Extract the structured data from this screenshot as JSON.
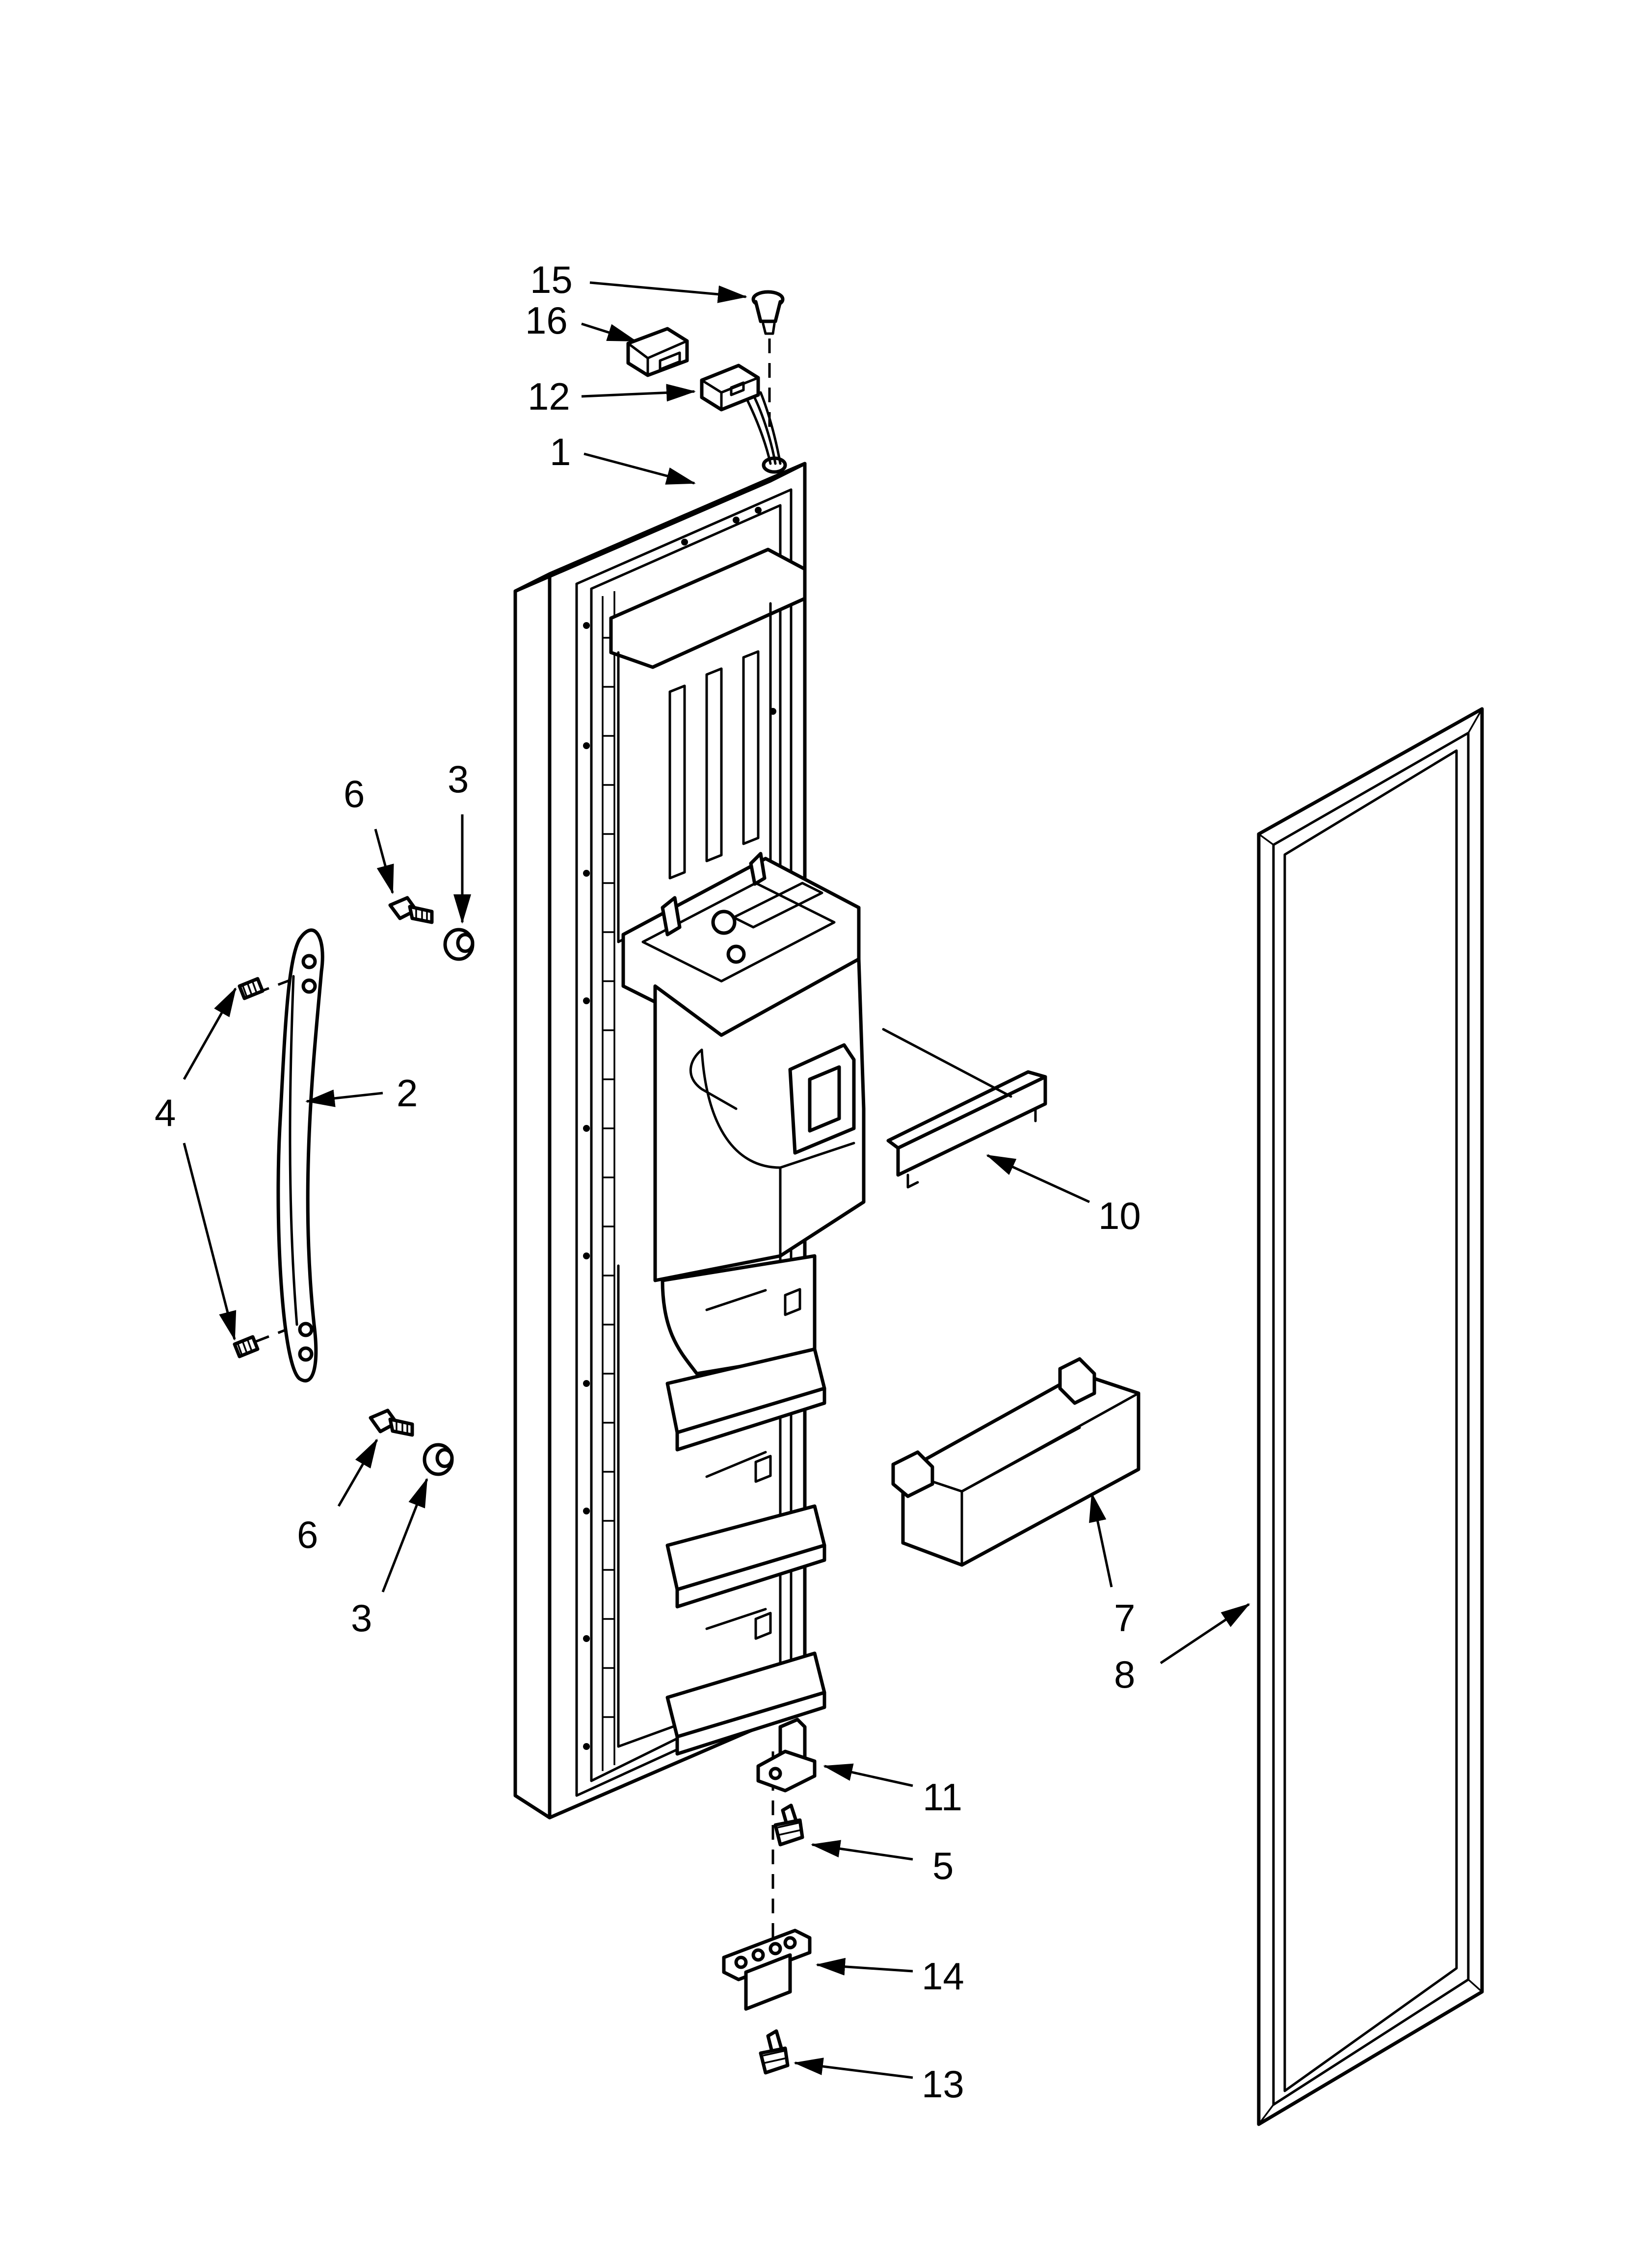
{
  "callouts": {
    "c1": "1",
    "c2": "2",
    "c3a": "3",
    "c3b": "3",
    "c4": "4",
    "c5": "5",
    "c6a": "6",
    "c6b": "6",
    "c7": "7",
    "c8": "8",
    "c10": "10",
    "c11": "11",
    "c12": "12",
    "c13": "13",
    "c14": "14",
    "c15": "15",
    "c16": "16"
  },
  "colors": {
    "line": "#000000",
    "background": "#ffffff"
  }
}
